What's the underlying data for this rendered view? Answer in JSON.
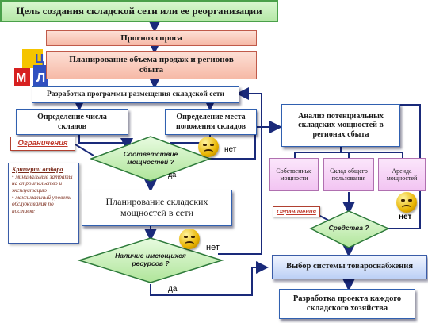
{
  "title": "Цель создания складской сети или ее реорганизации",
  "boxes": {
    "forecast": "Прогноз спроса",
    "planning_sales": "Планирование объема продаж и регионов сбыта",
    "program": "Разработка программы размещения складской сети",
    "define_number": "Определение числа складов",
    "define_place": "Определение места положения складов",
    "analysis": "Анализ потенциальных складских мощностей в регионах сбыта",
    "own_capacity": "Собственные мощности",
    "public_warehouse": "Склад общего пользования",
    "rent_capacity": "Аренда мощностей",
    "planning_capacity": "Планирование складских мощностей в сети",
    "choose_system": "Выбор системы товароснабжения",
    "develop_project": "Разработка проекта каждого складского хозяйства"
  },
  "diamonds": {
    "correspondence": "Соответствие мощностей ?",
    "resources": "Наличие имеющихся ресурсов ?",
    "means": "Средства ?"
  },
  "restrictions_left": "Ограничения",
  "restrictions_right": "Ограничения",
  "criteria": {
    "heading": "Критерии отбора",
    "items": [
      "минимальные затраты на строительство и эксплуатацию",
      "максимальный уровень обслуживания по поставке"
    ]
  },
  "answers": {
    "no_1": "нет",
    "yes_1": "да",
    "no_2": "нет",
    "yes_2": "да",
    "no_3": "нет"
  },
  "logo": {
    "letter_c": "Ц",
    "letter_m": "М",
    "letter_l": "Л"
  },
  "colors": {
    "green": "#b6e8a8",
    "salmon": "#f6b9a6",
    "blue_border": "#3060b0",
    "arrow": "#1a2a7a",
    "restriction_text": "#c0392b",
    "criteria_text": "#7a2a1a"
  }
}
